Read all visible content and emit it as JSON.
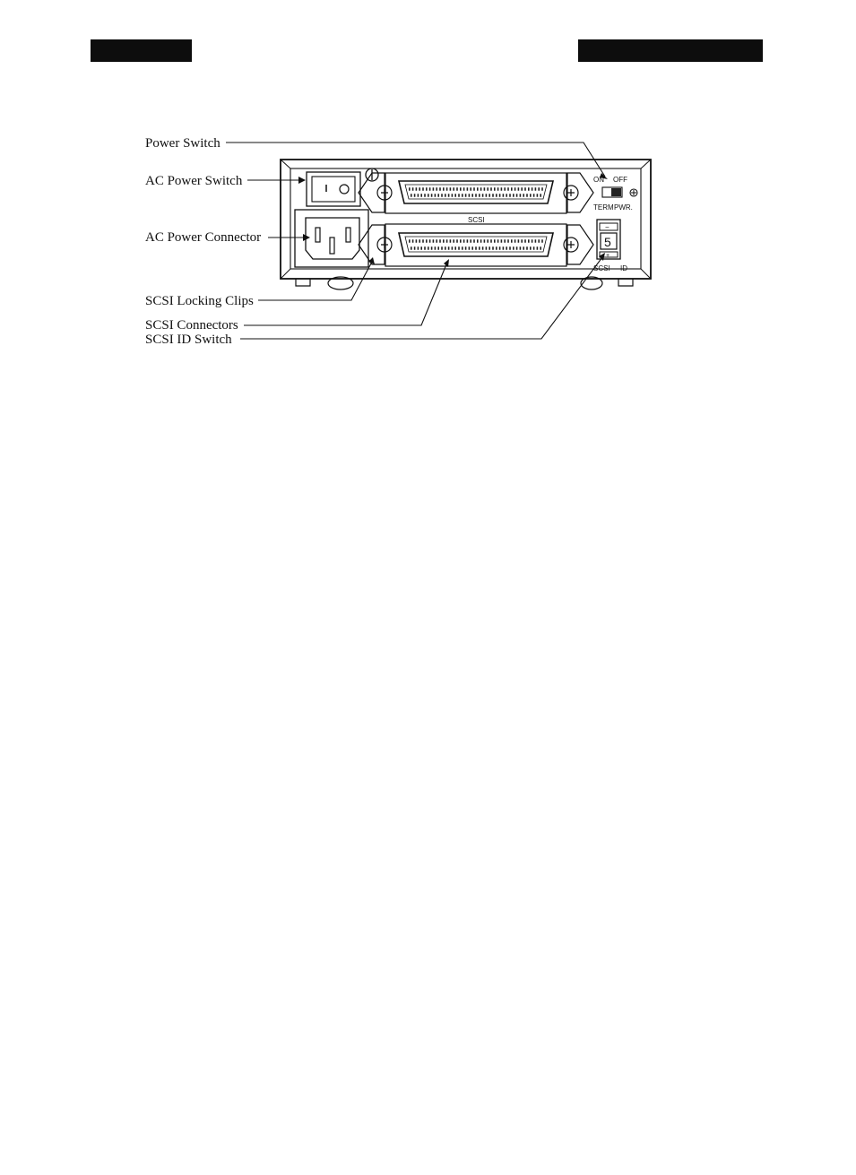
{
  "header": {
    "left_bar": "",
    "right_bar": ""
  },
  "figure": {
    "callouts": {
      "power_switch": "Power Switch",
      "ac_power_switch": "AC Power Switch",
      "ac_power_connector": "AC Power Connector",
      "scsi_locking_clips": "SCSI Locking Clips",
      "scsi_connectors": "SCSI Connectors",
      "scsi_id_switch": "SCSI ID Switch"
    },
    "panel_labels": {
      "on": "ON",
      "off": "OFF",
      "term": "TERM",
      "pwr": "PWR.",
      "scsi_center": "SCSI",
      "scsi_id_scsi": "SCSI",
      "scsi_id_id": "ID",
      "id_value": "5",
      "id_minus": "−",
      "id_plus": "+"
    }
  }
}
